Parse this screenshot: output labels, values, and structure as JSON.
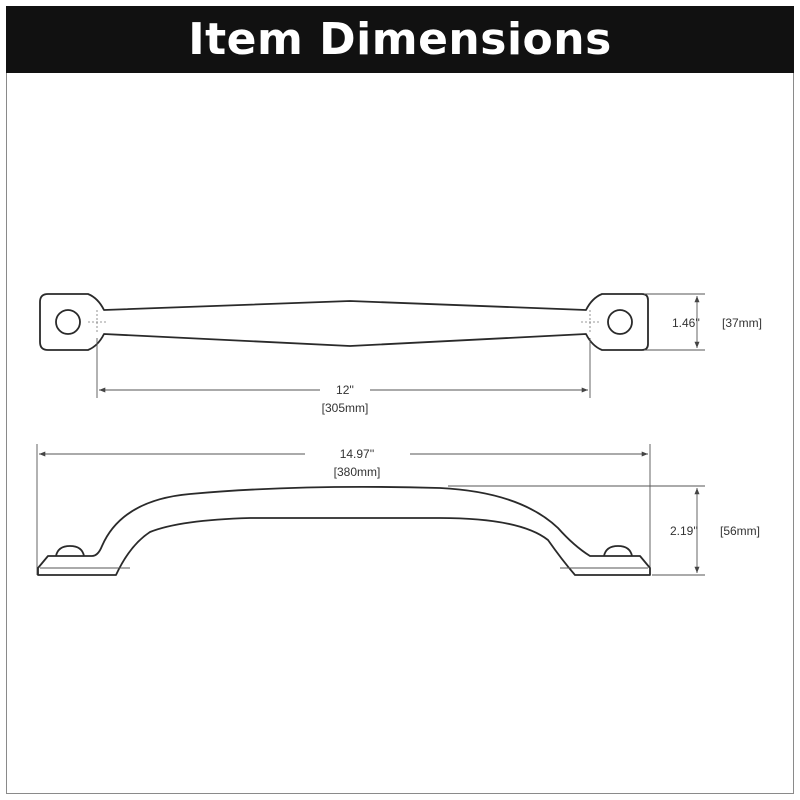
{
  "header": {
    "title": "Item Dimensions"
  },
  "dimensions": {
    "center_to_center": {
      "imperial": "12''",
      "metric": "[305mm]"
    },
    "top_width": {
      "imperial": "1.46''",
      "metric": "[37mm]"
    },
    "overall_length": {
      "imperial": "14.97''",
      "metric": "[380mm]"
    },
    "projection": {
      "imperial": "2.19''",
      "metric": "[56mm]"
    }
  },
  "colors": {
    "banner": "#111111",
    "banner_text": "#ffffff",
    "line": "#2a2a2a"
  }
}
